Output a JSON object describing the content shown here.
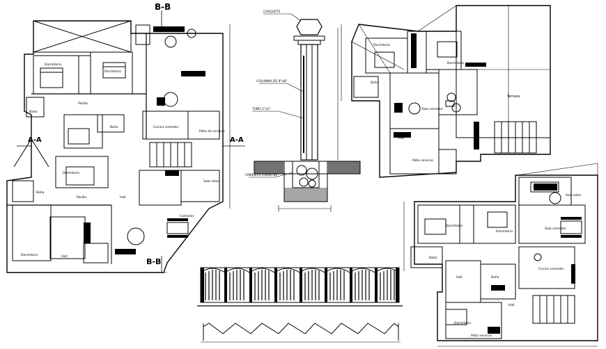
{
  "section_labels": {
    "bb_top": "B-B",
    "bb_bottom": "B-B",
    "aa_left": "A-A",
    "aa_right": "A-A"
  },
  "plan1_rooms": {
    "room_a": "Dormitorio",
    "room_b": "Dormitorio",
    "bath_a": "Baño",
    "hall_a": "Pasillo",
    "bath_b": "Baño",
    "kitchen": "Cocina comedor",
    "patio": "Patio de servicio",
    "room_c": "Dormitorio",
    "bath_c": "Baño",
    "hall_b": "Pasillo",
    "hall_c": "Hall",
    "room_d": "Dormitorio",
    "hall_d": "Hall",
    "dining": "Comedor",
    "living": "Sala estar"
  },
  "column_detail": {
    "top_label": "CASQUETE",
    "mid_label": "COLUMNA DE 8\"x8\"",
    "bar_label": "TUBO 2\"x2\"",
    "base_label": "CIMIENTO 0.80x0.80"
  },
  "plan2_rooms": {
    "room_a": "Dormitorio",
    "room_b": "Dormitorio",
    "bath": "Baño",
    "terrace": "Terraza",
    "sitting": "Sala comedor",
    "hall": "Hall",
    "patio": "Patio servicio"
  },
  "plan3_rooms": {
    "room_a": "Dormitorio",
    "room_b": "Dormitorio",
    "living": "Sala estar",
    "dining": "Sala comedor",
    "bath_a": "Baño",
    "kitchen": "Cocina comedor",
    "hall_a": "Hall",
    "bath_b": "Baño",
    "hall_b": "Hall",
    "room_c": "Dormitorio",
    "patio": "Patio servicio"
  }
}
